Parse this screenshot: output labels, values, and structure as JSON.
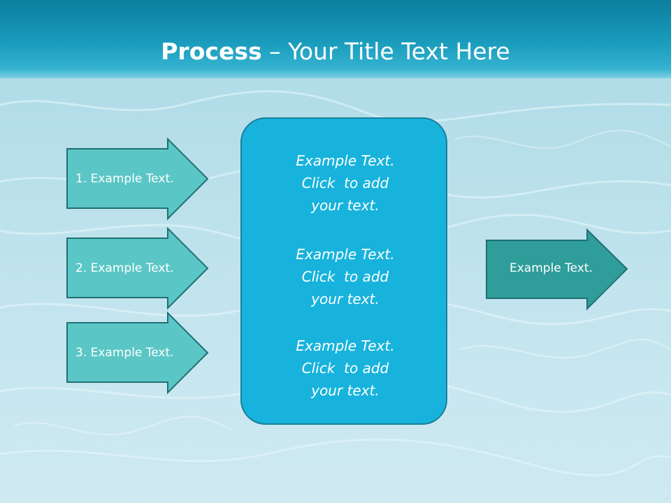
{
  "title": {
    "bold": "Process",
    "rest": " – Your Title Text Here"
  },
  "left_arrows": [
    {
      "label": "1. Example Text."
    },
    {
      "label": "2. Example Text."
    },
    {
      "label": "3. Example Text."
    }
  ],
  "center_box": {
    "blocks": [
      {
        "line1": "Example Text.",
        "line2": "Click  to add",
        "line3": "your text."
      },
      {
        "line1": "Example Text.",
        "line2": "Click  to add",
        "line3": "your text."
      },
      {
        "line1": "Example Text.",
        "line2": "Click  to add",
        "line3": "your text."
      }
    ]
  },
  "right_arrow": {
    "label": "Example Text."
  },
  "colors": {
    "header": "#1a9cbd",
    "left_arrow_fill": "#5bc6c6",
    "arrow_stroke": "#1f6f75",
    "center_fill": "#17b3dc",
    "right_arrow_fill": "#2f9d9a"
  }
}
